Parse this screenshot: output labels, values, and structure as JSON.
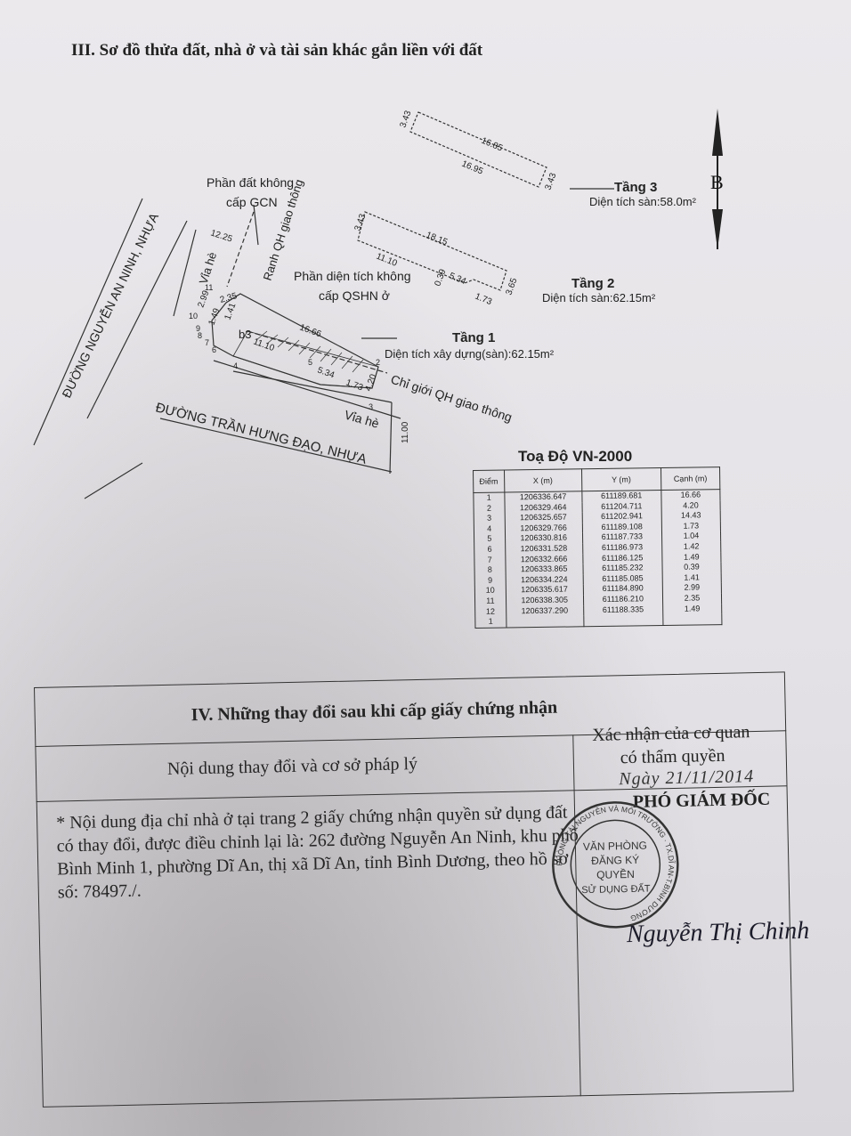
{
  "section3": {
    "title": "III. Sơ đồ thửa đất, nhà ở và tài sản khác gắn liền với đất"
  },
  "plan": {
    "north_label": "B",
    "labels": {
      "land_not_certified": [
        "Phần đất không",
        "cấp GCN"
      ],
      "area_not_certified": [
        "Phần diện tích không",
        "cấp QSHN ở"
      ],
      "traffic_edge": "Ranh QH giao thông",
      "traffic_boundary": "Chỉ giới QH giao thông",
      "sidewalk_1": "Vỉa hè",
      "sidewalk_2": "Vỉa hè",
      "road_1": "ĐƯỜNG NGUYỄN AN NINH, NHỰA",
      "road_2": "ĐƯỜNG TRẦN HƯNG ĐẠO, NHỰA",
      "b3": "b3"
    },
    "floors": [
      {
        "name": "Tầng 3",
        "area": "Diện tích sàn:58.0m²"
      },
      {
        "name": "Tầng 2",
        "area": "Diện tích sàn:62.15m²"
      },
      {
        "name": "Tầng 1",
        "area": "Diện tích xây dựng(sàn):62.15m²"
      }
    ],
    "dims": {
      "t3_top": "16.85",
      "t3_bottom": "16.95",
      "t3_left": "3.43",
      "t3_right": "3.43",
      "t2_top": "18.15",
      "t2_bottom": "11.10",
      "t2_left": "3.43",
      "t2_small1": "5.34",
      "t2_small2": "0.39",
      "t2_small3": "1.73",
      "t2_right": "3.65",
      "t1_top": "16.66",
      "t1_inner": "11.10",
      "t1_small": "5.34",
      "t1_a": "1.73",
      "t1_b": "4.20",
      "lot_top": "12.25",
      "lot_side1": "2.35",
      "lot_side2": "2.99",
      "lot_side3": "1.49",
      "lot_side4": "1.41",
      "road_w": "11.00"
    },
    "points": [
      "1",
      "2",
      "3",
      "4",
      "5",
      "6",
      "7",
      "8",
      "9",
      "10",
      "11",
      "12",
      "1",
      "2",
      "3",
      "5",
      "7",
      "9"
    ]
  },
  "coords": {
    "title": "Toạ Độ VN-2000",
    "headers": [
      "Điểm",
      "X (m)",
      "Y (m)",
      "Cạnh (m)"
    ],
    "rows": [
      [
        "1",
        "1206336.647",
        "611189.681",
        "16.66"
      ],
      [
        "2",
        "1206329.464",
        "611204.711",
        "4.20"
      ],
      [
        "3",
        "1206325.657",
        "611202.941",
        "14.43"
      ],
      [
        "4",
        "1206329.766",
        "611189.108",
        "1.73"
      ],
      [
        "5",
        "1206330.816",
        "611187.733",
        "1.04"
      ],
      [
        "6",
        "1206331.528",
        "611186.973",
        "1.42"
      ],
      [
        "7",
        "1206332.666",
        "611186.125",
        "1.49"
      ],
      [
        "8",
        "1206333.865",
        "611185.232",
        "0.39"
      ],
      [
        "9",
        "1206334.224",
        "611185.085",
        "1.41"
      ],
      [
        "10",
        "1206335.617",
        "611184.890",
        "2.99"
      ],
      [
        "11",
        "1206338.305",
        "611186.210",
        "2.35"
      ],
      [
        "12",
        "1206337.290",
        "611188.335",
        "1.49"
      ],
      [
        "1",
        "",
        "",
        ""
      ]
    ]
  },
  "section4": {
    "title": "IV. Những thay đổi sau khi cấp giấy chứng nhận",
    "col_content": "Nội dung thay đổi và cơ sở pháp lý",
    "col_confirm_1": "Xác nhận của cơ quan",
    "col_confirm_2": "có thẩm quyền",
    "change_text": "* Nội dung địa chỉ nhà ở tại trang 2 giấy chứng nhận quyền sử dụng đất có thay đổi, được điều chỉnh lại là: 262 đường Nguyễn An Ninh, khu phố Bình Minh 1, phường Dĩ An, thị xã Dĩ An, tỉnh Bình Dương, theo hồ sơ số: 78497./.",
    "date_handwritten": "Ngày 21/11/2014",
    "deputy_title": "PHÓ GIÁM ĐỐC",
    "stamp_lines": [
      "VĂN PHÒNG",
      "ĐĂNG KÝ",
      "QUYỀN",
      "SỬ DỤNG ĐẤT"
    ],
    "stamp_ring": "PHÒNG TÀI NGUYÊN VÀ MÔI TRƯỜNG · TX.DĨ AN-T.BÌNH DƯƠNG",
    "signer": "Nguyễn Thị Chinh"
  }
}
